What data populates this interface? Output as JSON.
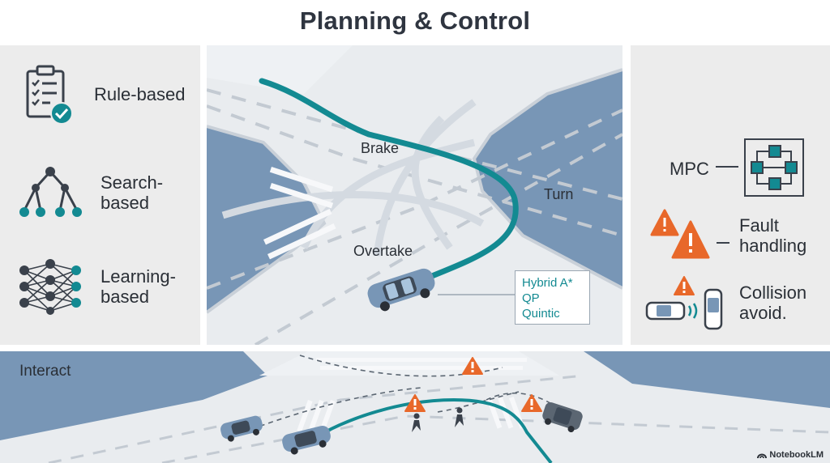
{
  "title": "Planning & Control",
  "left_panel": {
    "items": [
      {
        "label": "Rule-based",
        "icon": "checklist-icon"
      },
      {
        "label": "Search-\nbased",
        "icon": "tree-graph-icon"
      },
      {
        "label": "Learning-\nbased",
        "icon": "neural-network-icon"
      }
    ]
  },
  "center_scene": {
    "labels": {
      "brake": "Brake",
      "turn": "Turn",
      "overtake": "Overtake"
    },
    "callout": [
      "Hybrid A*",
      "QP",
      "Quintic"
    ]
  },
  "right_panel": {
    "items": [
      {
        "label": "MPC",
        "icon": "control-block-diagram-icon"
      },
      {
        "label": "Fault\nhandling",
        "icon": "warning-triangles-icon"
      },
      {
        "label": "Collision\navoid.",
        "icon": "cars-sensor-icon"
      }
    ]
  },
  "bottom_scene": {
    "label": "Interact"
  },
  "brand": "NotebookLM",
  "colors": {
    "accent": "#138a92",
    "warning": "#e8682a",
    "road": "#e9ecef",
    "water": "#7896b6",
    "panel": "#ececec"
  }
}
